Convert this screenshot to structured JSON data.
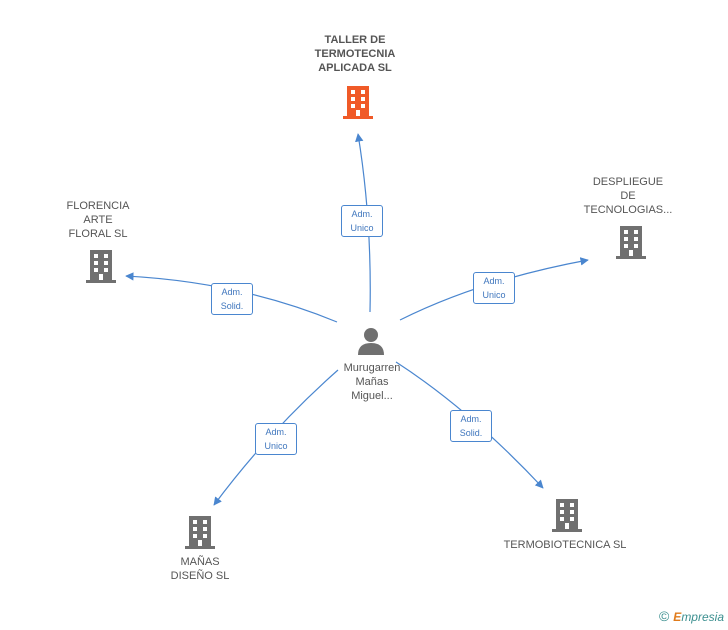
{
  "center": {
    "name_lines": [
      "Murugarren",
      "Mañas",
      "Miguel..."
    ],
    "icon": "person-icon"
  },
  "companies": [
    {
      "id": "taller",
      "lines": [
        "TALLER DE",
        "TERMOTECNIA",
        "APLICADA SL"
      ],
      "highlight": true,
      "color": "#f05a28"
    },
    {
      "id": "florencia",
      "lines": [
        "FLORENCIA",
        "ARTE",
        "FLORAL SL"
      ],
      "highlight": false,
      "color": "#707070"
    },
    {
      "id": "despliegue",
      "lines": [
        "DESPLIEGUE",
        "DE",
        "TECNOLOGIAS..."
      ],
      "highlight": false,
      "color": "#707070"
    },
    {
      "id": "manas",
      "lines": [
        "MAÑAS",
        "DISEÑO SL"
      ],
      "highlight": false,
      "color": "#707070"
    },
    {
      "id": "termobiotecnica",
      "lines": [
        "TERMOBIOTECNICA SL"
      ],
      "highlight": false,
      "color": "#707070"
    }
  ],
  "relations": [
    {
      "to": "taller",
      "lines": [
        "Adm.",
        "Unico"
      ]
    },
    {
      "to": "florencia",
      "lines": [
        "Adm.",
        "Solid."
      ]
    },
    {
      "to": "despliegue",
      "lines": [
        "Adm.",
        "Unico"
      ]
    },
    {
      "to": "manas",
      "lines": [
        "Adm.",
        "Unico"
      ]
    },
    {
      "to": "termobiotecnica",
      "lines": [
        "Adm.",
        "Solid."
      ]
    }
  ],
  "footer": {
    "copyright": "©",
    "brand_first": "E",
    "brand_rest": "mpresia"
  },
  "colors": {
    "edge": "#4a86cf",
    "person": "#707070"
  }
}
